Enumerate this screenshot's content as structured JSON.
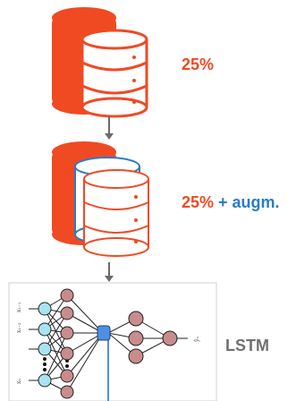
{
  "stage1": {
    "percent": "25%"
  },
  "stage2": {
    "percent": "25%",
    "plus": " + ",
    "aug": "augm."
  },
  "stage3": {
    "model": "LSTM"
  },
  "colors": {
    "orange": "#f04a23",
    "blue": "#2a7bc6",
    "gray": "#707070",
    "node_input": "#a9e3f2",
    "node_hidden": "#c98c8c",
    "node_memory": "#4f8fe0"
  }
}
